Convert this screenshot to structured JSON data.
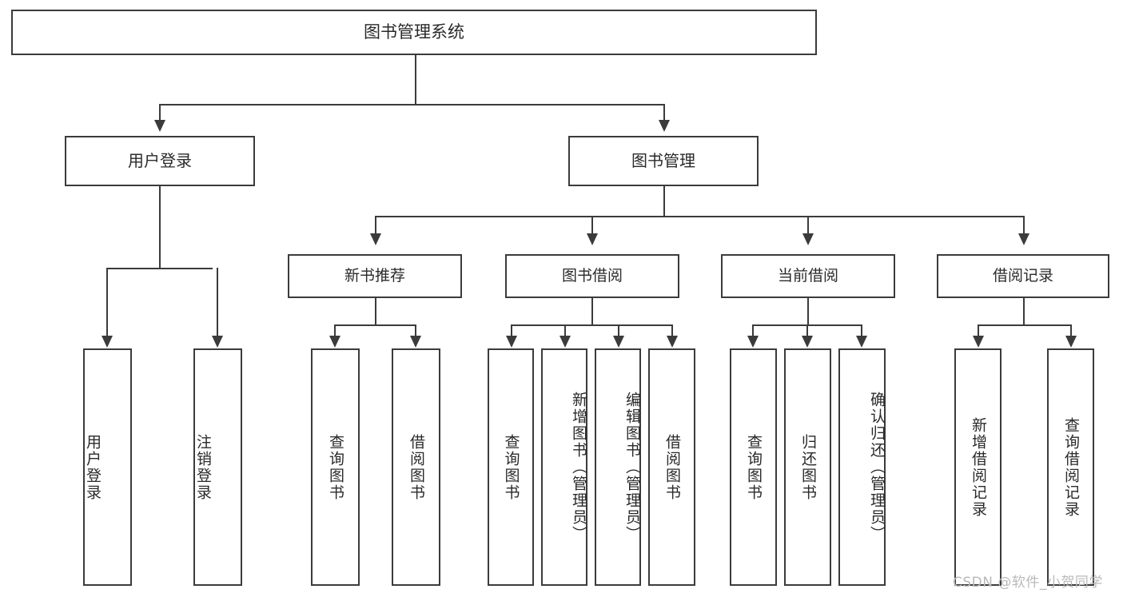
{
  "diagram": {
    "type": "tree-hierarchy-chart",
    "title": "图书管理系统",
    "root": {
      "label": "图书管理系统"
    },
    "level1": [
      {
        "label": "用户登录"
      },
      {
        "label": "图书管理"
      }
    ],
    "level2": [
      {
        "label": "新书推荐"
      },
      {
        "label": "图书借阅"
      },
      {
        "label": "当前借阅"
      },
      {
        "label": "借阅记录"
      }
    ],
    "leaves": {
      "user_login": [
        {
          "label": "用户登录"
        },
        {
          "label": "注销登录"
        }
      ],
      "new_book_recommend": [
        {
          "label": "查询图书"
        },
        {
          "label": "借阅图书"
        }
      ],
      "book_borrow": [
        {
          "label": "查询图书"
        },
        {
          "label": "新增图书（管理员）"
        },
        {
          "label": "编辑图书（管理员）"
        },
        {
          "label": "借阅图书"
        }
      ],
      "current_borrow": [
        {
          "label": "查询图书"
        },
        {
          "label": "归还图书"
        },
        {
          "label": "确认归还（管理员）"
        }
      ],
      "borrow_record": [
        {
          "label": "新增借阅记录"
        },
        {
          "label": "查询借阅记录"
        }
      ]
    }
  },
  "watermark": {
    "text": "CSDN @软件_小贺同学"
  },
  "colors": {
    "stroke": "#3b3b3b",
    "text": "#2a2a2a",
    "background": "#ffffff",
    "watermark": "#b9b9b9"
  }
}
